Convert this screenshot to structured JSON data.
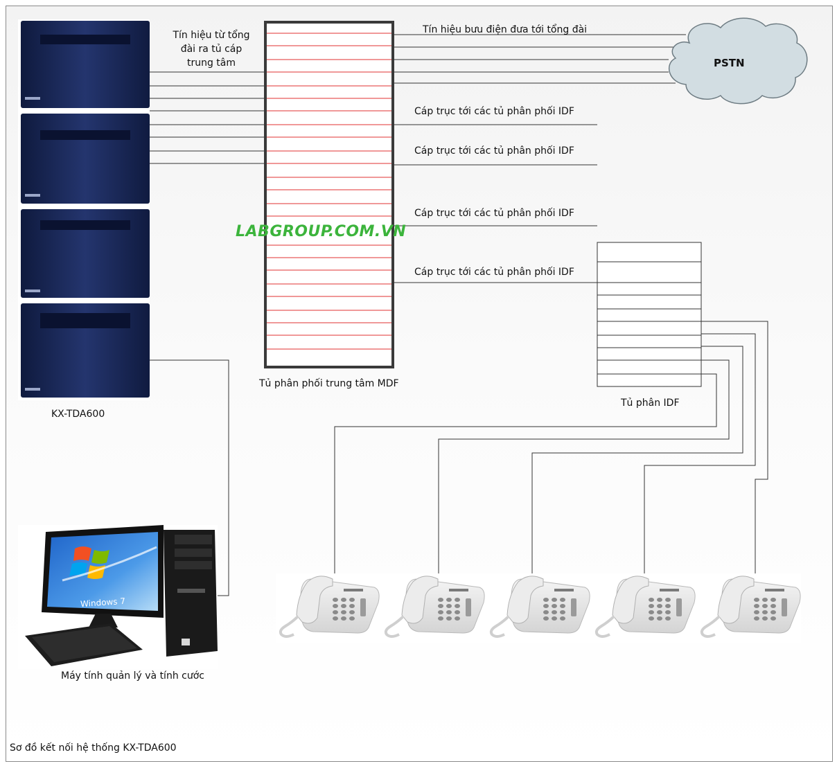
{
  "diagram": {
    "footer_title": "Sơ đồ kết nối hệ thống KX-TDA600",
    "watermark": "LABGROUP.COM.VN",
    "pbx": {
      "label": "KX-TDA600"
    },
    "pc": {
      "label": "Máy tính quản lý và tính cước",
      "screen_text": "Windows 7"
    },
    "mdf": {
      "label": "Tủ phân phối trung tâm MDF",
      "pbx_signal_label": "Tín hiệu từ tổng đài ra tủ cáp trung tâm"
    },
    "pstn": {
      "label": "PSTN",
      "signal_label": "Tín hiệu bưu điện đưa tới tổng đài"
    },
    "idf": {
      "label": "Tủ phân IDF",
      "trunk_labels": [
        "Cáp trục tới các tủ phân phối IDF",
        "Cáp trục tới các tủ phân phối IDF",
        "Cáp trục tới các tủ phân phối IDF",
        "Cáp trục tới các tủ phân phối IDF"
      ]
    },
    "colors": {
      "mdf_rows": "#e03030",
      "pbx_body": "#1c2a5a",
      "cloud": "#d2dde2",
      "wires": "#333333",
      "watermark": "#3cb43c"
    }
  }
}
